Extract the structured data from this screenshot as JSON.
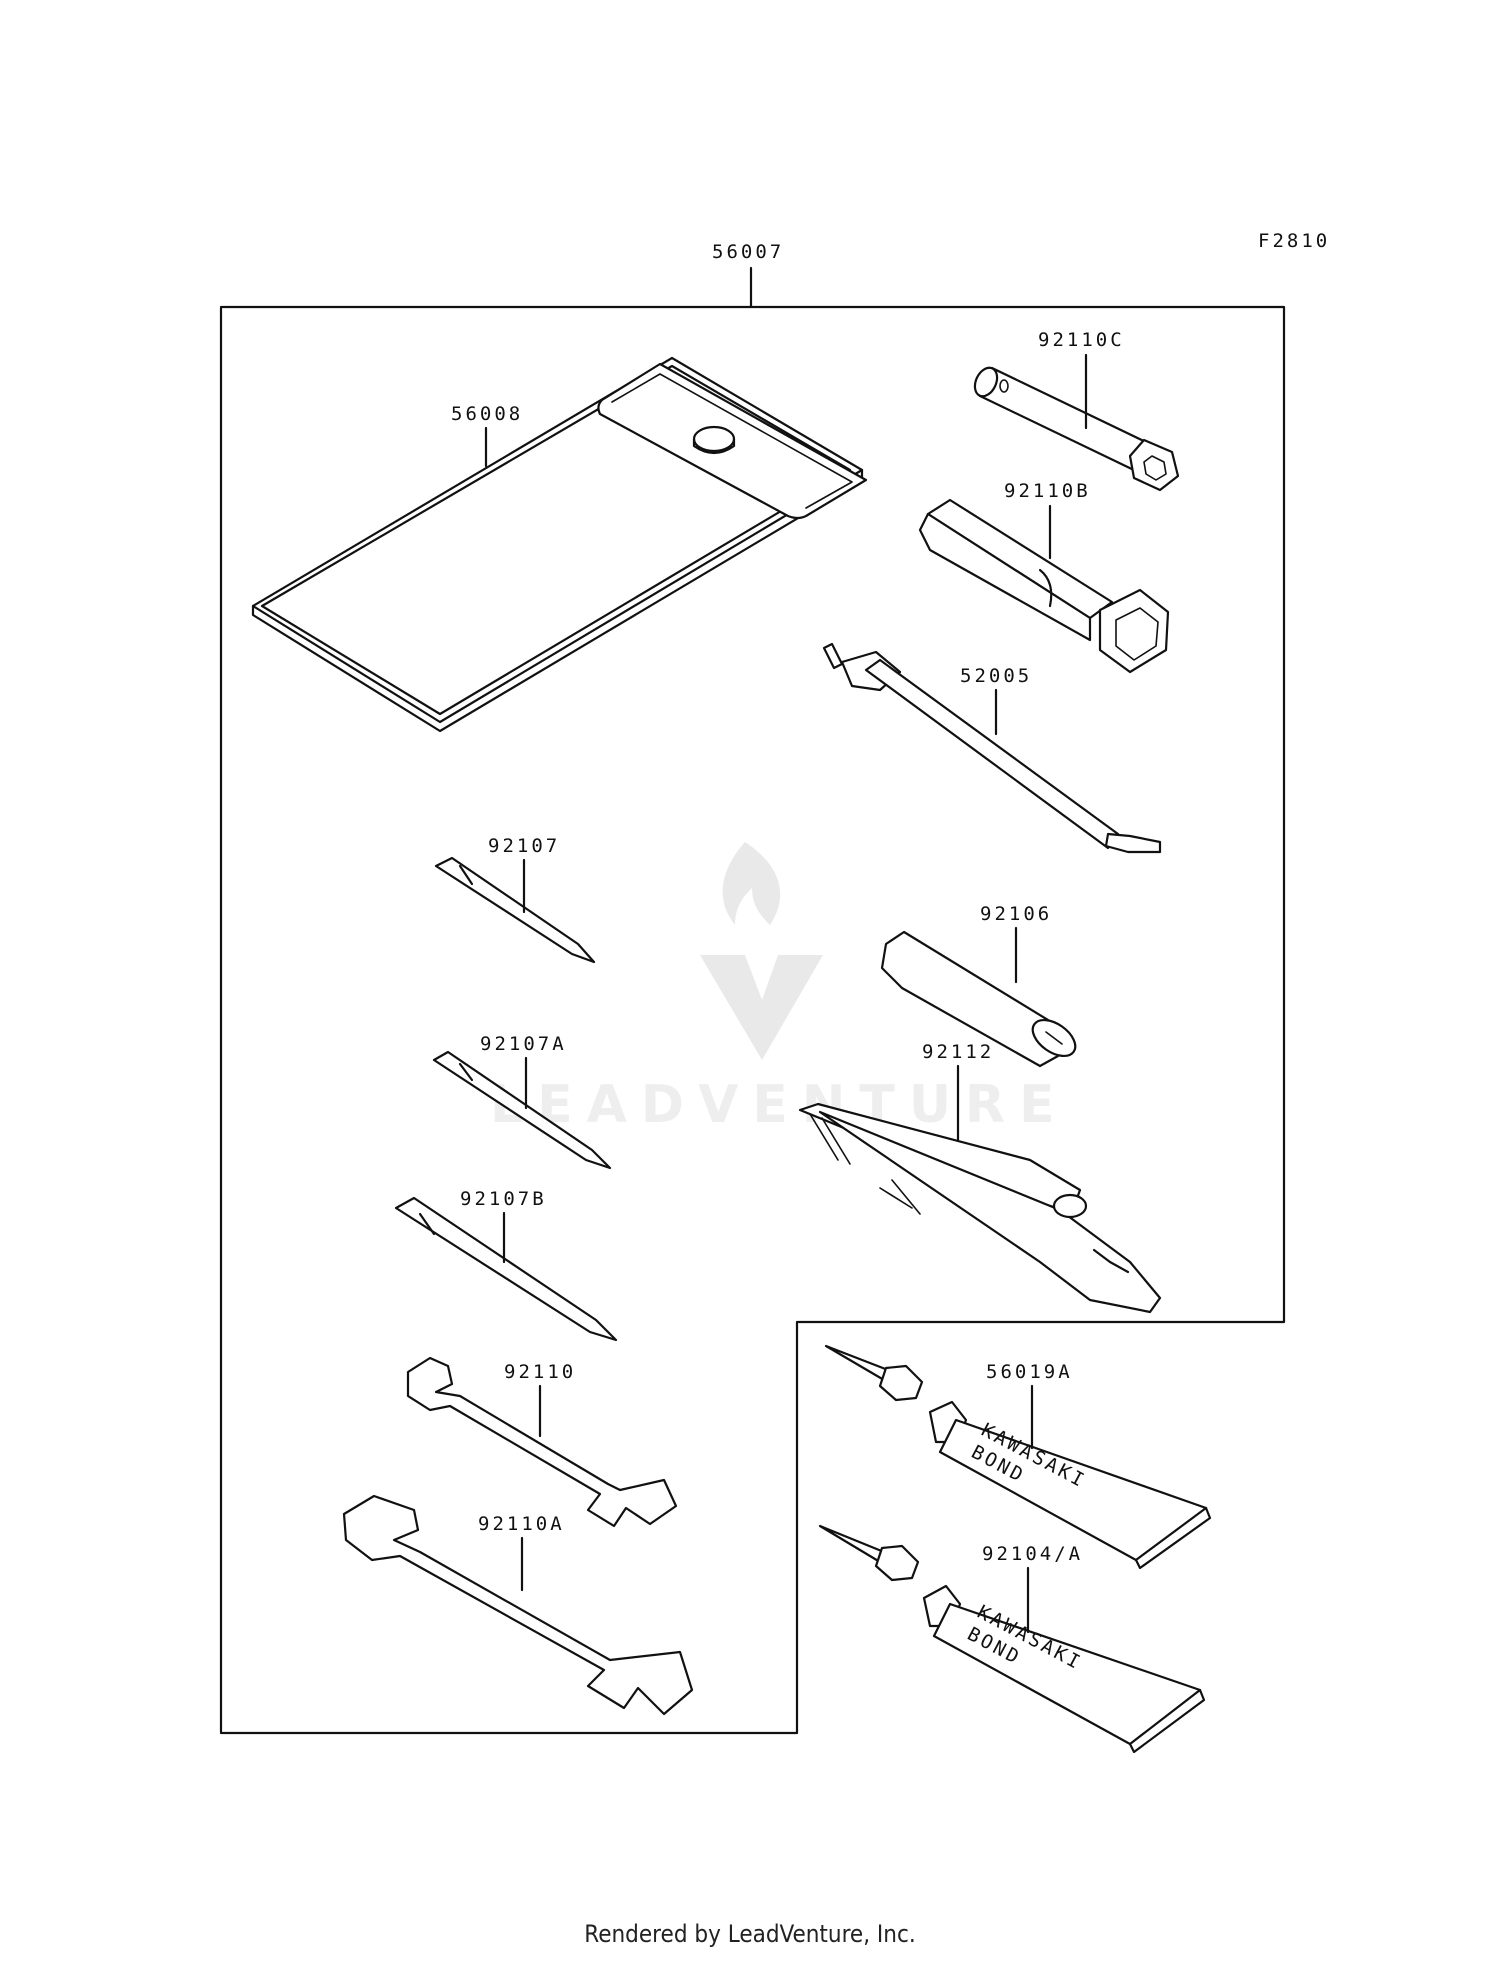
{
  "figure_code": "F2810",
  "kit_label": "56007",
  "parts": {
    "tool_bag": "56008",
    "box_wrench_c": "92110C",
    "box_wrench_b": "92110B",
    "screwdriver_handle": "52005",
    "screwdriver_bit": "92107",
    "screwdriver_bit_a": "92107A",
    "screwdriver_bit_b": "92107B",
    "handle_grip": "92106",
    "pliers": "92112",
    "wrench": "92110",
    "wrench_a": "92110A",
    "bond_tube_a": "56019A",
    "bond_tube_b": "92104/A"
  },
  "tube_print": {
    "line1": "KAWASAKI",
    "line2": "BOND"
  },
  "watermark": "LEADVENTURE",
  "footer": "Rendered by LeadVenture, Inc."
}
